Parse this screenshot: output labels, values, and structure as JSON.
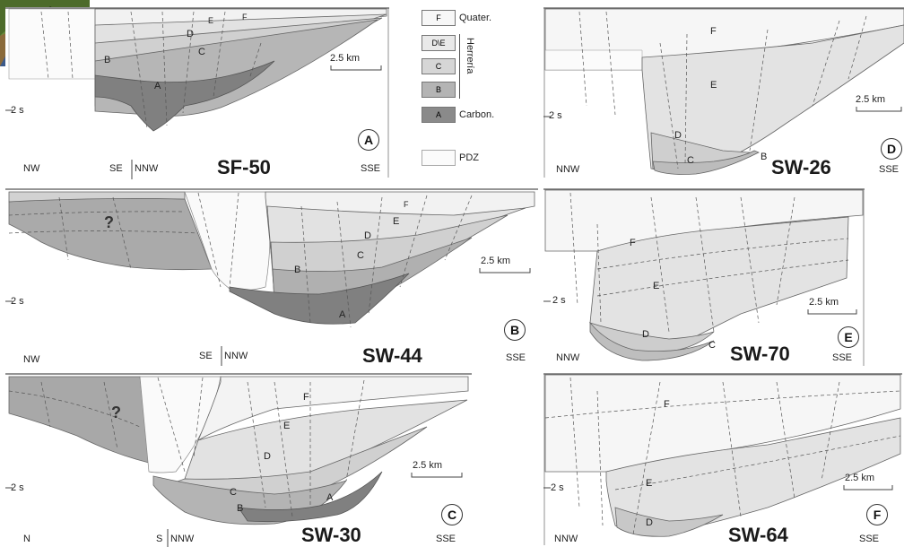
{
  "legend": {
    "items": [
      {
        "swatch": "F",
        "label": "Quater.",
        "color": "#f7f7f7"
      },
      {
        "swatch": "D\\E",
        "label": "",
        "color": "#e9e9e9"
      },
      {
        "swatch": "C",
        "label": "",
        "color": "#d6d6d6"
      },
      {
        "swatch": "B",
        "label": "",
        "color": "#b4b4b4"
      },
      {
        "swatch": "A",
        "label": "Carbon.",
        "color": "#8a8a8a"
      }
    ],
    "group_label": "Herrería",
    "pdz_label": "PDZ"
  },
  "panels": [
    {
      "id": "A",
      "name": "SF-50",
      "left_dir": "NW",
      "mid_dir_left": "SE",
      "mid_dir_right": "NNW",
      "right_dir": "SSE",
      "time_label": "2 s",
      "scale_label": "2.5 km",
      "units": [
        "F",
        "E",
        "D",
        "C",
        "B",
        "A"
      ]
    },
    {
      "id": "B",
      "name": "SW-44",
      "left_dir": "NW",
      "mid_dir_left": "SE",
      "mid_dir_right": "NNW",
      "right_dir": "SSE",
      "time_label": "2 s",
      "scale_label": "2.5 km",
      "units": [
        "F",
        "E",
        "D",
        "C",
        "B",
        "A",
        "?"
      ]
    },
    {
      "id": "C",
      "name": "SW-30",
      "left_dir": "N",
      "mid_dir_left": "S",
      "mid_dir_right": "NNW",
      "right_dir": "SSE",
      "time_label": "2 s",
      "scale_label": "2.5 km",
      "units": [
        "F",
        "E",
        "D",
        "C",
        "B",
        "A",
        "?"
      ]
    },
    {
      "id": "D",
      "name": "SW-26",
      "left_dir": "NNW",
      "right_dir": "SSE",
      "time_label": "2 s",
      "scale_label": "2.5 km",
      "units": [
        "F",
        "E",
        "D",
        "C",
        "B"
      ]
    },
    {
      "id": "E",
      "name": "SW-70",
      "left_dir": "NNW",
      "right_dir": "SSE",
      "time_label": "2 s",
      "scale_label": "2.5 km",
      "units": [
        "F",
        "E",
        "D",
        "C"
      ]
    },
    {
      "id": "F",
      "name": "SW-64",
      "left_dir": "NNW",
      "right_dir": "SSE",
      "time_label": "2 s",
      "scale_label": "2.5 km",
      "units": [
        "F",
        "E",
        "D"
      ]
    }
  ],
  "colors": {
    "F": "#f5f5f5",
    "E": "#e4e4e4",
    "D": "#d2d2d2",
    "C": "#c2c2c2",
    "B": "#a8a8a8",
    "A": "#7e7e7e",
    "PDZ": "#fbfbfb",
    "line": "#555555"
  }
}
